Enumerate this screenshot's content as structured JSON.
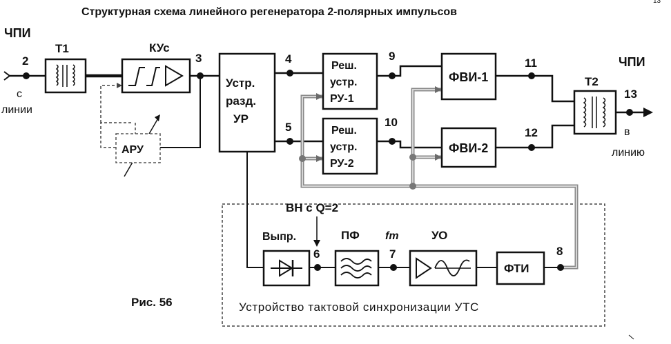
{
  "title": "Структурная схема линейного регенератора  2-полярных импульсов",
  "page_number": "13",
  "figure_label": "Рис. 56",
  "input_signal": "ЧПИ",
  "input_from": [
    "с",
    "линии"
  ],
  "output_signal": "ЧПИ",
  "output_to": [
    "в",
    "линию"
  ],
  "blocks": {
    "t1": "Т1",
    "kus": "КУс",
    "aru": "АРУ",
    "ur": [
      "Устр.",
      "разд.",
      "УР"
    ],
    "ru1": [
      "Реш.",
      "устр.",
      "РУ-1"
    ],
    "ru2": [
      "Реш.",
      "устр.",
      "РУ-2"
    ],
    "fvi1": "ФВИ-1",
    "fvi2": "ФВИ-2",
    "t2": "Т2",
    "vypr": "Выпр.",
    "pf": "ПФ",
    "uo": "УО",
    "fti": "ФТИ"
  },
  "nodes": [
    "2",
    "3",
    "4",
    "5",
    "6",
    "7",
    "8",
    "9",
    "10",
    "11",
    "12",
    "13"
  ],
  "vn_label": "ВН с Q=2",
  "ft_label": "fт",
  "uts_label": "Устройство тактовой синхронизации УТС"
}
